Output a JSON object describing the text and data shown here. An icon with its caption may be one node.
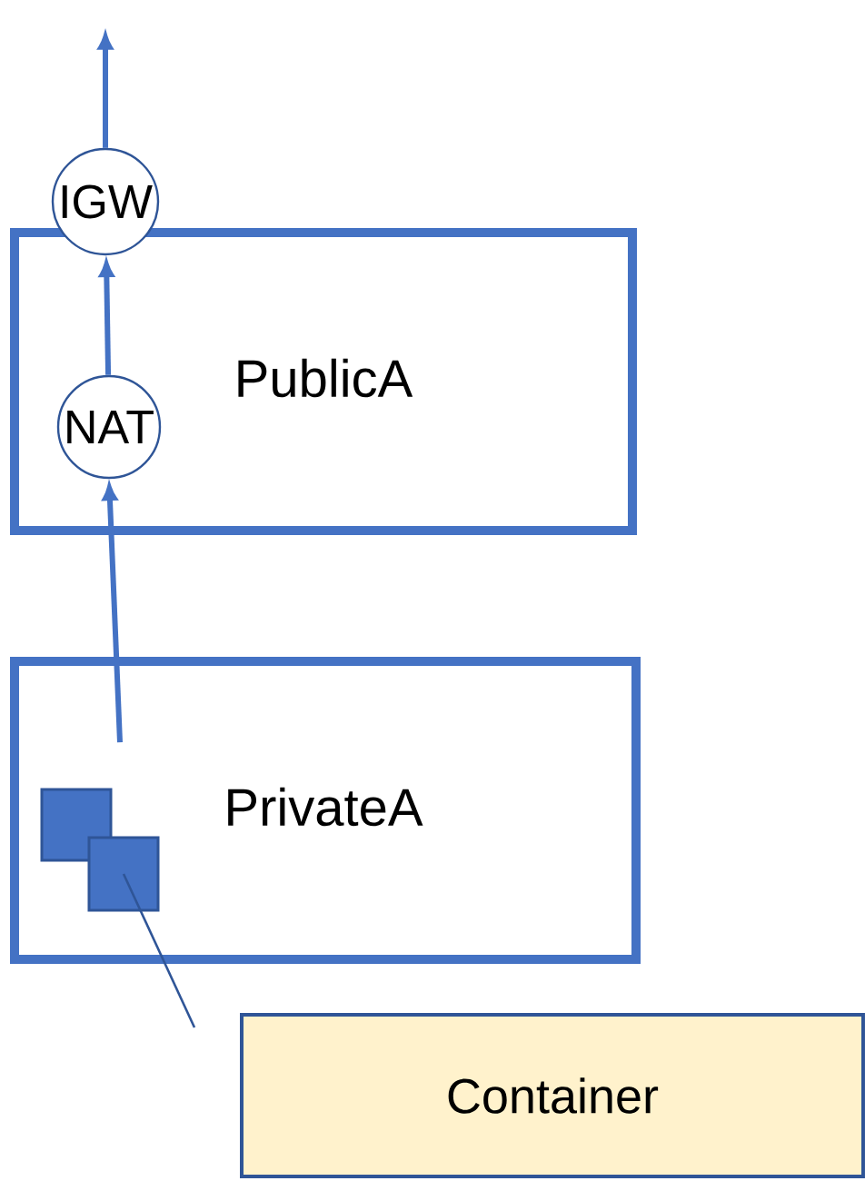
{
  "diagram": {
    "nodes": [
      {
        "text": [
          "PublicA"
        ]
      },
      {
        "text": [
          "NAT"
        ],
        "in": 0
      },
      {
        "text": [
          "IGW"
        ]
      },
      {
        "text": [
          "PrivateA"
        ]
      },
      {
        "text": [],
        "shape": "box",
        "in": 3
      },
      {
        "text": [],
        "shape": "box",
        "in": 3
      },
      {
        "text": [
          "Container"
        ]
      }
    ],
    "edges": [
      {
        "from": 1,
        "to": 2,
        "arrow": "to"
      },
      {
        "from": 2,
        "to": null,
        "arrow": "to"
      },
      {
        "from": null,
        "to": 1,
        "arrow": "to"
      },
      {
        "from": 6,
        "to": 5,
        "arrow": "none"
      }
    ]
  }
}
